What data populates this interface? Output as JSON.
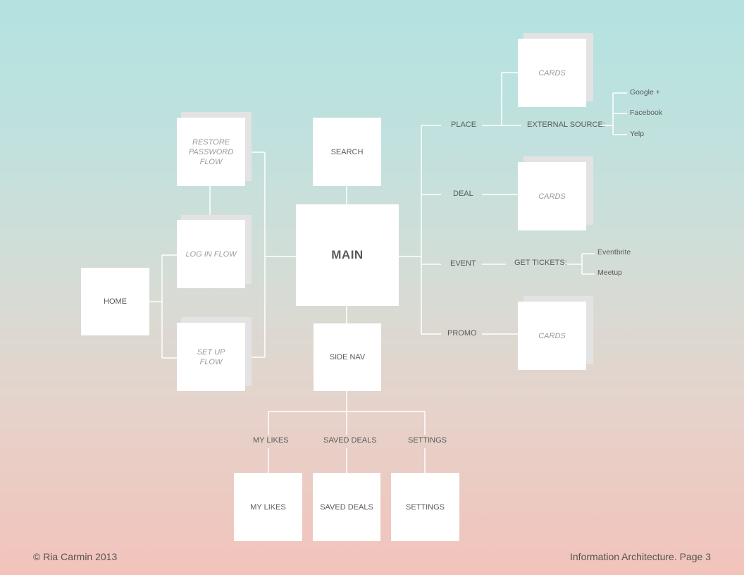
{
  "nodes": {
    "home": "HOME",
    "restore_password_flow": "RESTORE\nPASSWORD\nFLOW",
    "log_in_flow": "LOG IN FLOW",
    "set_up_flow": "SET UP\nFLOW",
    "search": "SEARCH",
    "main": "MAIN",
    "side_nav": "SIDE NAV",
    "my_likes": "MY LIKES",
    "saved_deals": "SAVED DEALS",
    "settings": "SETTINGS",
    "cards_place": "CARDS",
    "cards_deal": "CARDS",
    "cards_promo": "CARDS"
  },
  "branch_labels": {
    "place": "PLACE",
    "deal": "DEAL",
    "event": "EVENT",
    "promo": "PROMO",
    "external_source": "EXTERNAL SOURCE:",
    "get_tickets": "GET TICKETS:",
    "my_likes": "MY LIKES",
    "saved_deals": "SAVED DEALS",
    "settings": "SETTINGS"
  },
  "external_sources": [
    "Google +",
    "Facebook",
    "Yelp"
  ],
  "ticket_sources": [
    "Eventbrite",
    "Meetup"
  ],
  "footer": {
    "copyright": "© Ria Carmin 2013",
    "page_label": "Information Architecture. Page 3"
  }
}
